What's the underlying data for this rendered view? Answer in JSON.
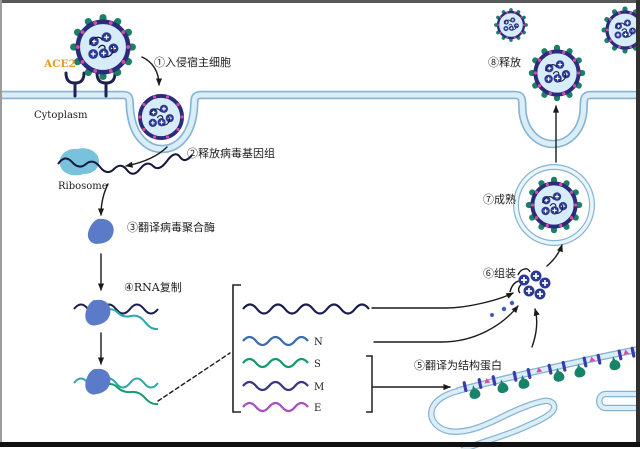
{
  "steps": [
    {
      "label": "①入侵宿主细胞"
    },
    {
      "label": "②释放病毒基因组"
    },
    {
      "label": "③翻译病毒聚合酶"
    },
    {
      "label": "④RNA复制"
    },
    {
      "label": "⑤翻译为结构蛋白"
    },
    {
      "label": "⑥组装"
    },
    {
      "label": "⑦成熟"
    },
    {
      "label": "⑧释放"
    }
  ],
  "labels": {
    "ace2": "ACE2",
    "cytoplasm": "Cytoplasm",
    "ribosome": "Ribosome"
  },
  "rna_species": [
    {
      "label": "N",
      "color": "#3b6dad"
    },
    {
      "label": "S",
      "color": "#169a6b"
    },
    {
      "label": "M",
      "color": "#37377f"
    },
    {
      "label": "E",
      "color": "#a64fc2"
    }
  ],
  "colors": {
    "membrane_fill": "#dbeef7",
    "membrane_edge": "#85b5d3",
    "spike_green": "#1b8066",
    "envelope_navy": "#2b2b7d",
    "envelope_dot_pink": "#d24f9e",
    "virus_interior": "#d6ecf8",
    "capsid_navy": "#2b3a96",
    "polymerase_blue": "#5b7bc8",
    "ribosome_blue": "#79c2dc",
    "genome_navy": "#1b1b4d",
    "nascent_teal": "#2aa8ad",
    "ace2_orange": "#e89b25",
    "arrow_black": "#1a1a1a"
  }
}
